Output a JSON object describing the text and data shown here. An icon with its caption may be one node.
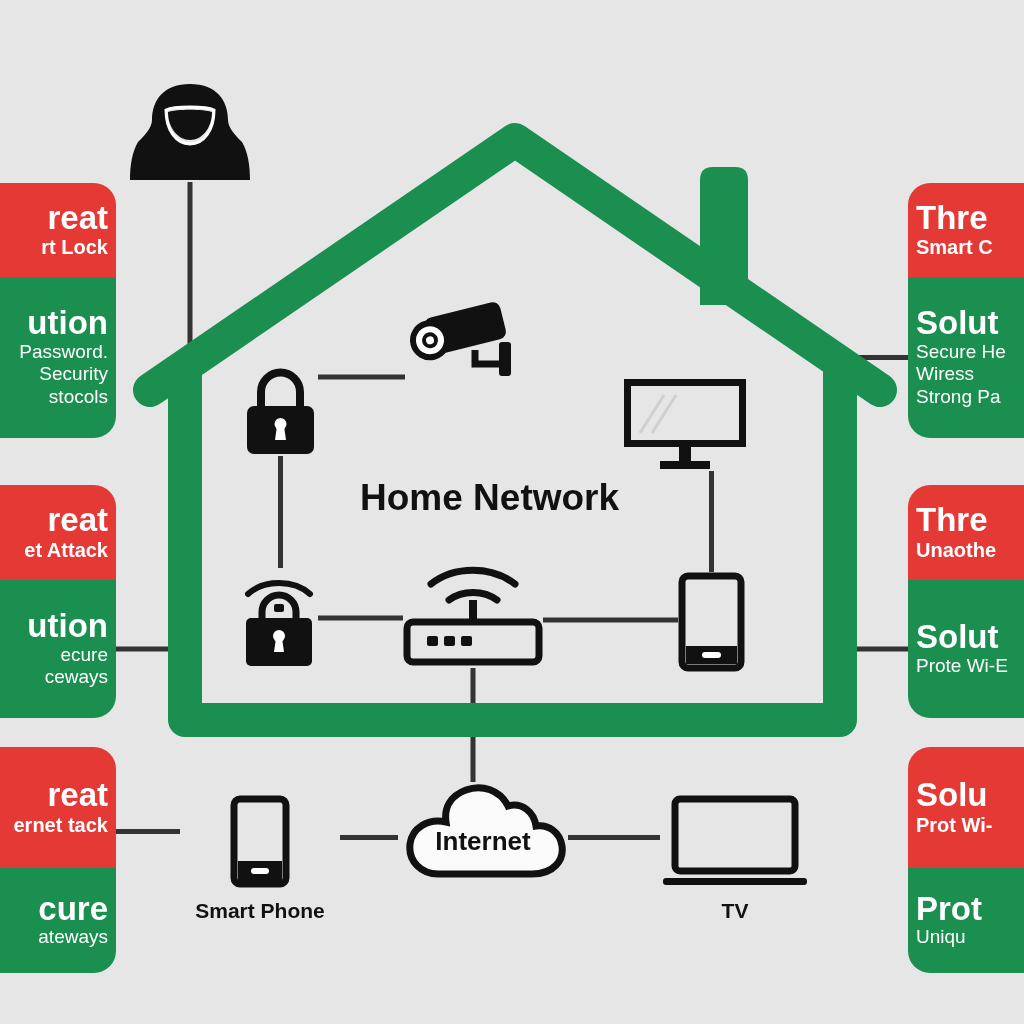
{
  "diagram": {
    "nodes": [
      {
        "text": [
          "Home Network"
        ]
      },
      {
        "text": [],
        "shape": "picture",
        "in": 0
      },
      {
        "text": [],
        "shape": "picture",
        "in": 0
      },
      {
        "text": [],
        "shape": "picture",
        "in": 0
      },
      {
        "text": [],
        "shape": "picture",
        "in": 0
      },
      {
        "text": [],
        "shape": "picture",
        "in": 0
      },
      {
        "text": [],
        "shape": "picture",
        "in": 0
      },
      {
        "text": [],
        "shape": "person"
      },
      {
        "text": [
          "Internet"
        ]
      },
      {
        "text": [
          "Smart Phone"
        ]
      },
      {
        "text": [
          "TV"
        ]
      },
      {
        "text": [
          "reat",
          "rt Lock"
        ]
      },
      {
        "text": [
          "ution",
          "Password. Security stocols"
        ]
      },
      {
        "text": [
          "reat",
          "et Attack"
        ]
      },
      {
        "text": [
          "ution",
          "ecure ceways"
        ]
      },
      {
        "text": [
          "reat",
          "ernet tack"
        ]
      },
      {
        "text": [
          "cure",
          "ateways"
        ]
      },
      {
        "text": [
          "Thre",
          "Smart C"
        ]
      },
      {
        "text": [
          "Solut",
          "Secure He Wiress Strong Pa"
        ]
      },
      {
        "text": [
          "Thre",
          "Unaothe"
        ]
      },
      {
        "text": [
          "Solut",
          "Prote Wi-E"
        ]
      },
      {
        "text": [
          "Solu",
          "Prot Wi-"
        ]
      },
      {
        "text": [
          "Prot",
          "Uniqu"
        ]
      }
    ],
    "edges": [
      {
        "from": 7,
        "to": 0,
        "arrow": "none"
      },
      {
        "from": 2,
        "to": 1,
        "arrow": "none"
      },
      {
        "from": 2,
        "to": 4,
        "arrow": "none"
      },
      {
        "from": 4,
        "to": 5,
        "arrow": "none"
      },
      {
        "from": 5,
        "to": 6,
        "arrow": "none"
      },
      {
        "from": 3,
        "to": 6,
        "arrow": "none"
      },
      {
        "from": 5,
        "to": 8,
        "arrow": "none"
      },
      {
        "from": 14,
        "to": 0,
        "arrow": "none"
      },
      {
        "from": 15,
        "to": 9,
        "arrow": "none"
      },
      {
        "from": 9,
        "to": 8,
        "arrow": "none"
      },
      {
        "from": 8,
        "to": 10,
        "arrow": "none"
      },
      {
        "from": 18,
        "to": 0,
        "arrow": "none"
      },
      {
        "from": 20,
        "to": 0,
        "arrow": "none"
      }
    ]
  }
}
